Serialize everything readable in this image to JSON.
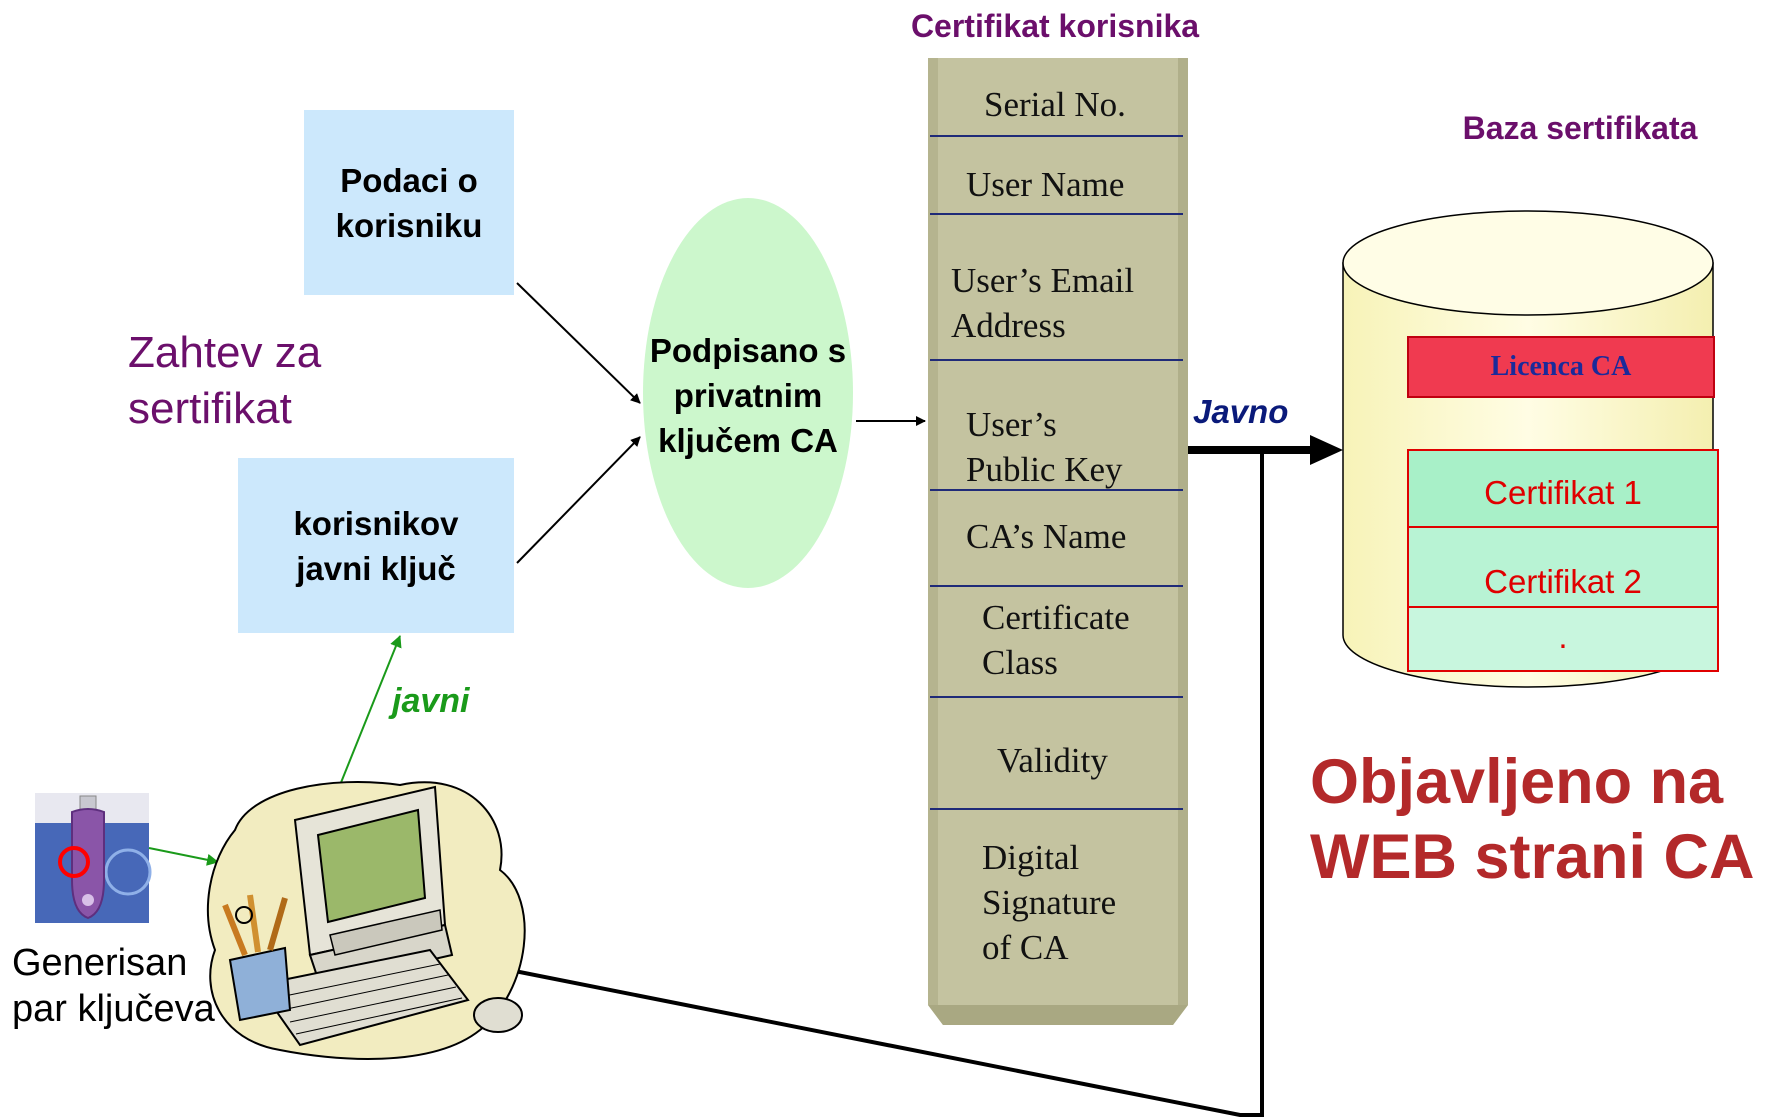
{
  "request": {
    "title": "Zahtev za sertifikat",
    "user_data": "Podaci o korisniku",
    "user_public_key": "korisnikov javni ključ"
  },
  "signing": {
    "label": "Podpisano s privatnim ključem CA"
  },
  "certificate": {
    "title": "Certifikat korisnika",
    "fields": [
      "Serial No.",
      "User Name",
      "User’s Email Address",
      "User’s Public Key",
      "CA’s Name",
      "Certificate Class",
      "Validity",
      "Digital Signature of CA"
    ]
  },
  "database": {
    "title": "Baza sertifikata",
    "license": "Licenca CA",
    "entries": [
      "Certifikat 1",
      "Certifikat 2",
      "."
    ]
  },
  "arrows": {
    "public_label": "javni",
    "publish_label": "Javno"
  },
  "keypair_label": "Generisan par ključeva",
  "published_label": "Objavljeno na WEB strani CA",
  "colors": {
    "purple": "#6b0f6b",
    "box_blue": "#cce8fc",
    "ellipse_green": "#ccf7cc",
    "cert_khaki": "#c4c3a0",
    "db_yellow": "#fcfacc",
    "license_red": "#f03a50",
    "entry_green": "#a8f0c8",
    "entry_red": "#e00000",
    "published_red": "#b3292a",
    "arrow_green": "#1a9a1a",
    "javno_blue": "#0a1a7a"
  }
}
